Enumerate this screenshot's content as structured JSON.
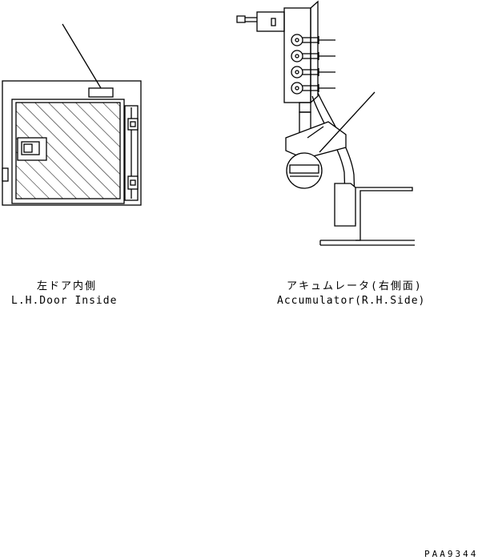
{
  "figures": {
    "left": {
      "caption_jp": "左ドア内側",
      "caption_en": "L.H.Door Inside"
    },
    "right": {
      "caption_jp": "アキュムレータ(右側面)",
      "caption_en": "Accumulator(R.H.Side)"
    }
  },
  "drawing_code": "PAA9344"
}
